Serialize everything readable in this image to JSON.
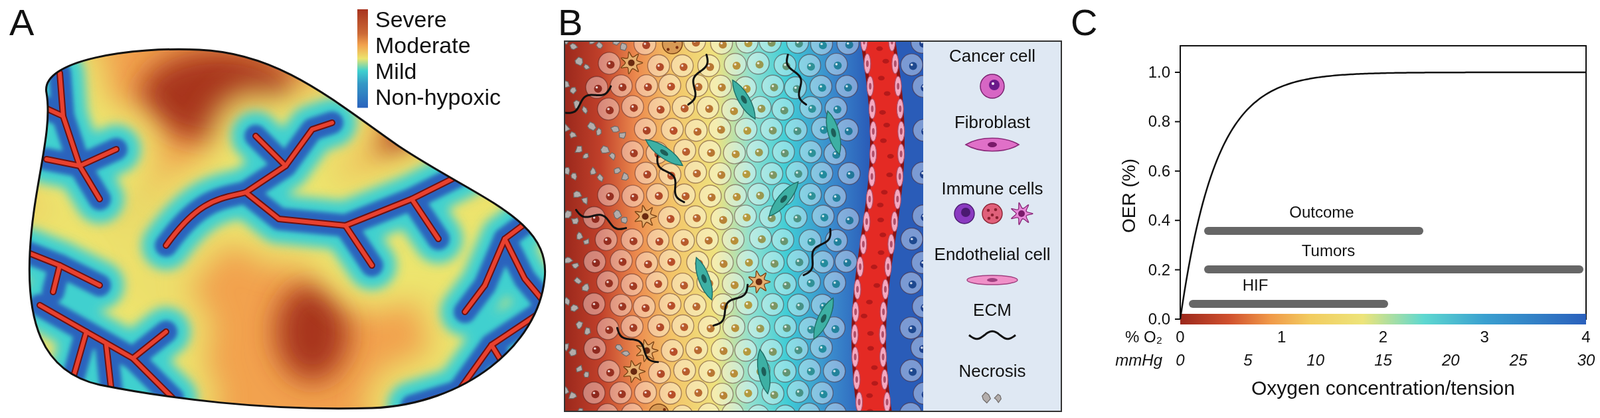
{
  "diagram": {
    "labels": [
      "A",
      "B",
      "C",
      "OER (%)",
      "1.0",
      "0.8",
      "0.6",
      "0.4",
      "0.2",
      "0.0",
      "Outcome",
      "Tumors",
      "HIF",
      "% O₂",
      "0",
      "1",
      "2",
      "3",
      "4",
      "mmHg",
      "0",
      "5",
      "10",
      "15",
      "20",
      "25",
      "30",
      "Oxygen concentration/tension"
    ],
    "legend": [
      {
        "text": "Severe",
        "color": "#a8341f"
      },
      {
        "text": "Moderate",
        "color": "#f2a24e"
      },
      {
        "text": "Mild",
        "color": "#3fd0cf"
      },
      {
        "text": "Non-hypoxic",
        "color": "#2a63bd"
      },
      {
        "text": "Cancer cell"
      },
      {
        "text": "Fibroblast"
      },
      {
        "text": "Immune cells"
      },
      {
        "text": "Endothelial cell"
      },
      {
        "text": "ECM"
      },
      {
        "text": "Necrosis"
      }
    ]
  }
}
